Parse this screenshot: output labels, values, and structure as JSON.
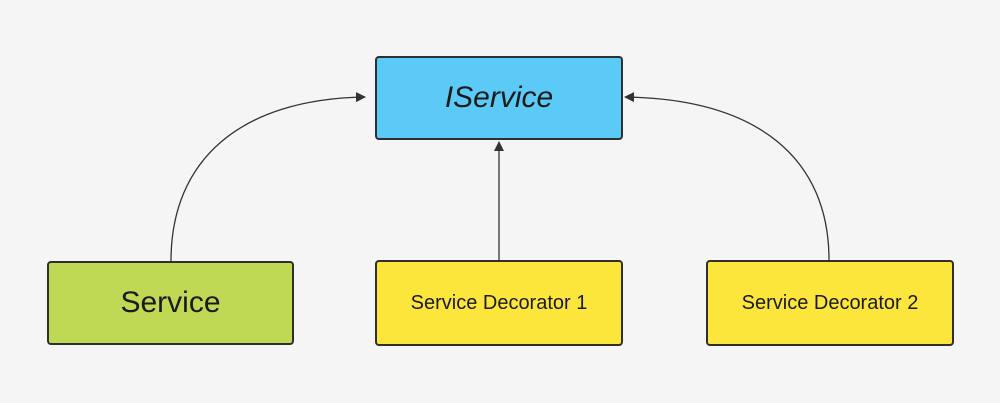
{
  "colors": {
    "background": "#f5f5f5",
    "interface_fill": "#5ccaf7",
    "service_fill": "#c0d955",
    "decorator_fill": "#fde63b",
    "border": "#2f2f2f",
    "edge": "#333333"
  },
  "nodes": {
    "interface": {
      "label": "IService"
    },
    "service": {
      "label": "Service"
    },
    "decorator_1": {
      "label": "Service Decorator 1"
    },
    "decorator_2": {
      "label": "Service Decorator 2"
    }
  },
  "edges": [
    {
      "from": "service",
      "to": "interface"
    },
    {
      "from": "decorator_1",
      "to": "interface"
    },
    {
      "from": "decorator_2",
      "to": "interface"
    }
  ]
}
